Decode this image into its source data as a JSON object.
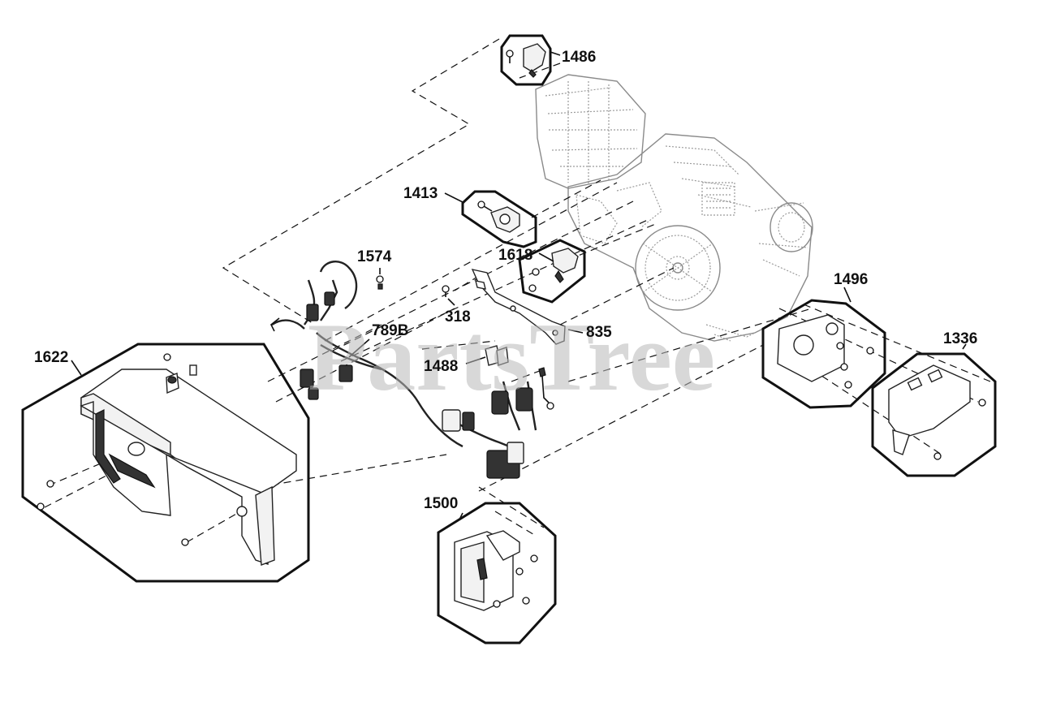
{
  "diagram": {
    "watermark": "PartsTree",
    "callouts": [
      {
        "id": "1486",
        "label": "1486"
      },
      {
        "id": "1413",
        "label": "1413"
      },
      {
        "id": "1618",
        "label": "1618"
      },
      {
        "id": "1574",
        "label": "1574"
      },
      {
        "id": "318",
        "label": "318"
      },
      {
        "id": "789B",
        "label": "789B"
      },
      {
        "id": "835",
        "label": "835"
      },
      {
        "id": "1488",
        "label": "1488"
      },
      {
        "id": "1496",
        "label": "1496"
      },
      {
        "id": "1336",
        "label": "1336"
      },
      {
        "id": "1622",
        "label": "1622"
      },
      {
        "id": "1500",
        "label": "1500"
      }
    ]
  }
}
